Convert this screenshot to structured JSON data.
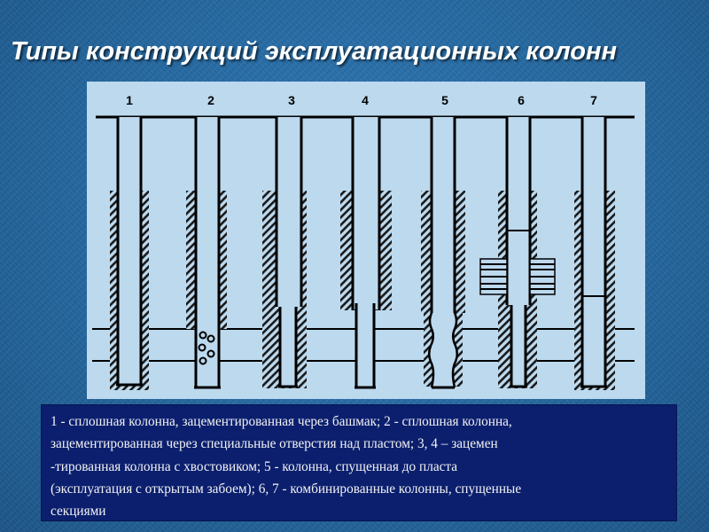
{
  "title": "Типы конструкций эксплуатационных колонн",
  "diagram": {
    "column_labels": [
      "1",
      "2",
      "3",
      "4",
      "5",
      "6",
      "7"
    ],
    "colors": {
      "panel": "#bcd9ee",
      "line": "#000000",
      "hatch": "#1a1a1a"
    }
  },
  "caption": {
    "lines": [
      "1 - сплошная колонна, зацементированная через башмак; 2 - сплошная колонна,",
      "зацементированная через специальные отверстия над пластом; 3, 4 – зацемен",
      "-тированная колонна с хвостовиком; 5 - колонна, спущенная до пласта",
      "(эксплуатация с открытым забоем); 6, 7 - комбинированные колонны, спущенные",
      "секциями"
    ]
  }
}
